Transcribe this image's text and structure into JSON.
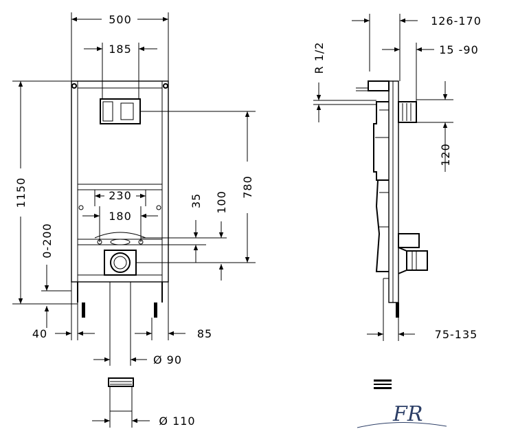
{
  "front_view": {
    "width": "500",
    "panel_width": "185",
    "inner_width": "230",
    "flange_width": "180",
    "height": "1150",
    "height_range": "0-200",
    "to_center": "780",
    "offset_35": "35",
    "offset_100": "100",
    "foot_left": "40",
    "foot_right": "85",
    "pipe_90": "Ø 90",
    "pipe_110": "Ø 110"
  },
  "side_view": {
    "depth_range": "126-170",
    "panel_depth": "15 -90",
    "thread": "R 1/2",
    "offset_120": "120",
    "foot_depth": "75-135"
  },
  "logo": {
    "text": "FR"
  },
  "colors": {
    "line": "#000000",
    "logo": "#2c3e66"
  }
}
